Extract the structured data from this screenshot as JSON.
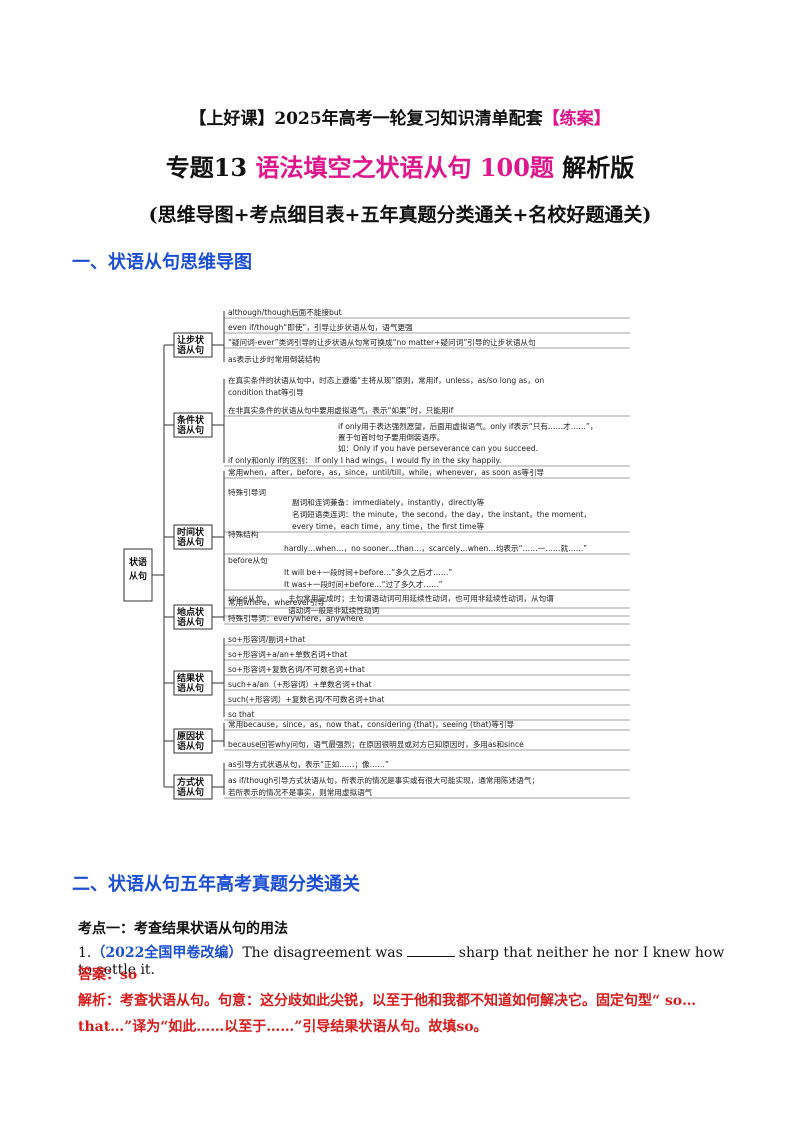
{
  "header": {
    "line1_a": "【上好课】2025年高考一轮复习知识清单配套",
    "line1_b": "【练案】",
    "line2_a": "专题13 ",
    "line2_b": "语法填空之状语从句  100题",
    "line2_c": " 解析版",
    "line3": "(思维导图+考点细目表+五年真题分类通关+名校好题通关)"
  },
  "section1": {
    "title": "一、状语从句思维导图"
  },
  "mindmap": {
    "root": "状语从句",
    "branches": [
      {
        "label": [
          "让步状",
          "语从句"
        ],
        "items": [
          "although/though后面不能接but",
          "even if/though“即使”，引导让步状语从句，语气更强",
          "“疑问词-ever”类词引导的让步状语从句常可换成“no matter+疑问词”引导的让步状语从句",
          "as表示让步时常用倒装结构"
        ]
      },
      {
        "label": [
          "条件状",
          "语从句"
        ],
        "items": [
          "在真实条件的状语从句中，时态上遵循“主将从现”原则，常用if，unless，as/so long as，on",
          "condition that等引导",
          "在非真实条件的状语从句中要用虚拟语气，表示“如果”时，只能用if",
          "if only用于表达强烈愿望，后面用虚拟语气。only if表示“只有……才……”，",
          "置于句首时句子要用倒装语序。",
          "如：Only if you have perseverance can you succeed.",
          "if only和only if的区别：  If only I had wings，I would fly in the sky happily."
        ]
      },
      {
        "label": [
          "时间状",
          "语从句"
        ],
        "items": [
          "常用when，after，before，as，since，until/till，while，whenever，as soon as等引导",
          "特殊引导词",
          "副词和连词兼备：immediately，instantly，directly等",
          "名词短语类连词：the minute，the second，the day，the instant，the moment，",
          "every time，each time，any time，the first time等",
          "特殊结构",
          "hardly…when…，no sooner…than…，scarcely…when…均表示“……一……就……”",
          "before从句",
          "It will be+一段时间+before…“多久之后才……”",
          "It was+一段时间+before…“过了多久才……”",
          "since从句",
          "主句常用完成时；主句谓语动词可用延续性动词，也可用非延续性动词，从句谓",
          "语动词一般是非延续性动词"
        ]
      },
      {
        "label": [
          "地点状",
          "语从句"
        ],
        "items": [
          "常用where，wherever引导",
          "特殊引导词：everywhere，anywhere"
        ]
      },
      {
        "label": [
          "结果状",
          "语从句"
        ],
        "items": [
          "so+形容词/副词+that",
          "so+形容词+a/an+单数名词+that",
          "so+形容词+复数名词/不可数名词+that",
          "such+a/an（+形容词）+单数名词+that",
          "such(+形容词）+复数名词/不可数名词+that",
          "so that"
        ]
      },
      {
        "label": [
          "原因状",
          "语从句"
        ],
        "items": [
          "常用because，since，as，now that，considering (that)，seeing (that)等引导",
          "because回答why问句，语气最强烈；在原因很明显或对方已知原因时，多用as和since"
        ]
      },
      {
        "label": [
          "方式状",
          "语从句"
        ],
        "items": [
          "as引导方式状语从句，表示“正如……；像……”",
          "as if/though引导方式状语从句，所表示的情况是事实或有很大可能实现，通常用陈述语气；",
          "若所表示的情况不是事实，则常用虚拟语气"
        ]
      }
    ]
  },
  "section2": {
    "title": "二、状语从句五年高考真题分类通关"
  },
  "kaodian": "考点一：考查结果状语从句的用法",
  "q1": {
    "num": "1.",
    "source": "（2022全国甲卷改编）",
    "before": "The disagreement was",
    "after": "sharp that neither he nor I knew  how  to settle it."
  },
  "answer": "答案：so",
  "explanation": "解析：考查状语从句。句意：这分歧如此尖锐，以至于他和我都不知道如何解决它。固定句型“ so…that…”译为“如此……以至于……”引导结果状语从句。故填so。",
  "colors": {
    "accent_pink": "#e0168c",
    "heading_blue": "#1c4fd6",
    "answer_red": "#d81b1b"
  }
}
